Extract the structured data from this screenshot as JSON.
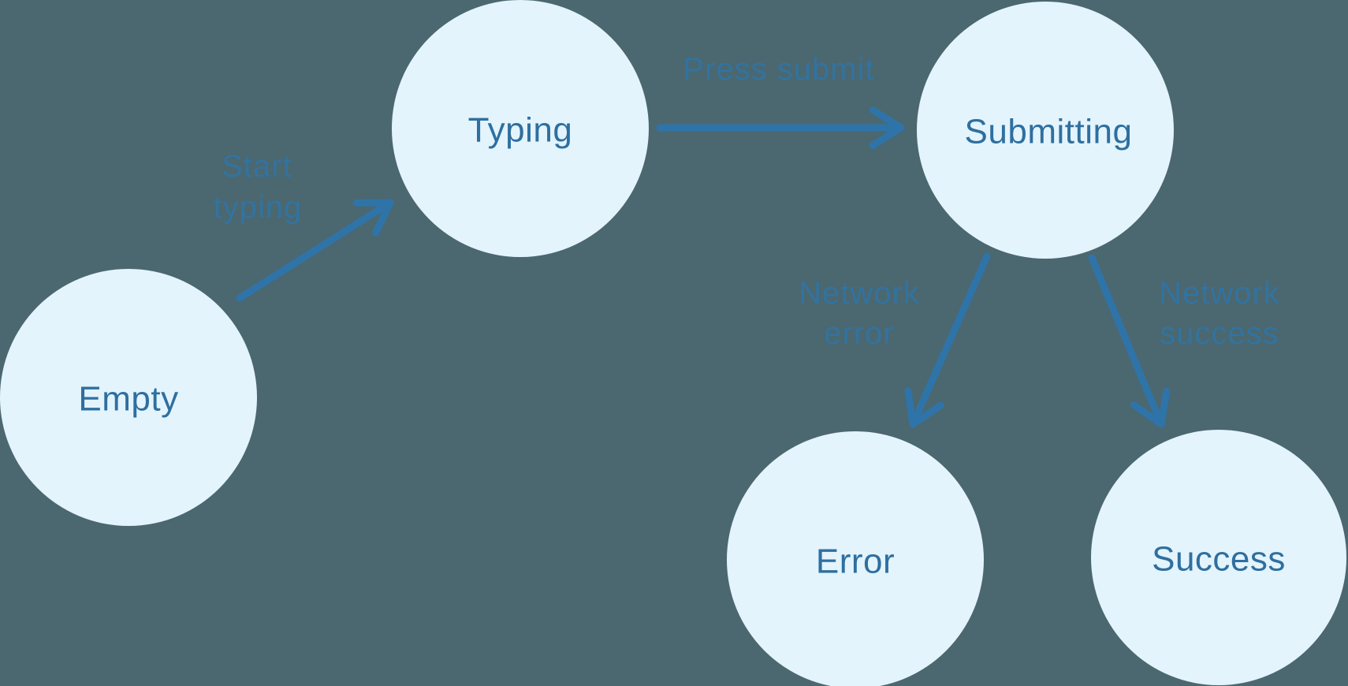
{
  "diagram": {
    "type": "state-machine",
    "nodes": [
      {
        "id": "empty",
        "label": "Empty"
      },
      {
        "id": "typing",
        "label": "Typing"
      },
      {
        "id": "submitting",
        "label": "Submitting"
      },
      {
        "id": "error",
        "label": "Error"
      },
      {
        "id": "success",
        "label": "Success"
      }
    ],
    "edges": [
      {
        "from": "empty",
        "to": "typing",
        "label": "Start typing",
        "lines": [
          "Start",
          "typing"
        ]
      },
      {
        "from": "typing",
        "to": "submitting",
        "label": "Press submit",
        "lines": [
          "Press submit"
        ]
      },
      {
        "from": "submitting",
        "to": "error",
        "label": "Network error",
        "lines": [
          "Network",
          "error"
        ]
      },
      {
        "from": "submitting",
        "to": "success",
        "label": "Network success",
        "lines": [
          "Network",
          "success"
        ]
      }
    ]
  },
  "colors": {
    "background": "#4b6770",
    "node_fill": "#e3f4fd",
    "node_text": "#2e6f9f",
    "edge_label": "#32739f",
    "arrow": "#2f74a8"
  }
}
